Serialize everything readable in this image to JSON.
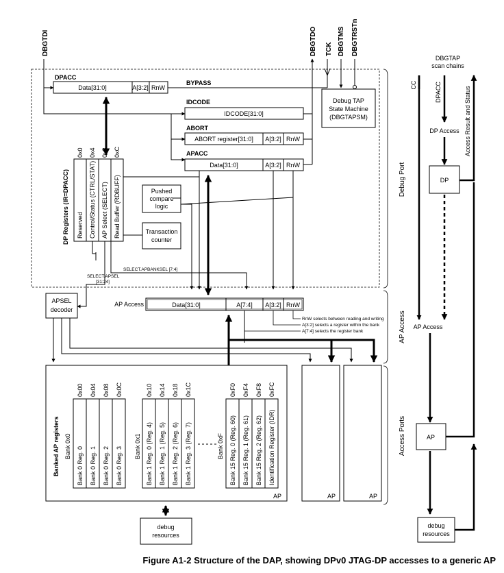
{
  "signals": {
    "dbgtdi": "DBGTDI",
    "dbgtdo": "DBGTDO",
    "tck": "TCK",
    "dbgtms": "DBGTMS",
    "dbgtrstn": "DBGTRSTn"
  },
  "dpacc": {
    "title": "DPACC",
    "data": "Data[31:0]",
    "addr": "A[3:2]",
    "rnw": "RnW"
  },
  "bypass": {
    "title": "BYPASS"
  },
  "idcode": {
    "title": "IDCODE",
    "field": "IDCODE[31:0]"
  },
  "abort": {
    "title": "ABORT",
    "field": "ABORT register[31:0]",
    "addr": "A[3:2]",
    "rnw": "RnW"
  },
  "apacc": {
    "title": "APACC",
    "data": "Data[31:0]",
    "addr": "A[3:2]",
    "rnw": "RnW"
  },
  "tap": {
    "line1": "Debug TAP",
    "line2": "State Machine",
    "line3": "(DBGTAPSM)"
  },
  "dp_registers": {
    "title": "DP Registers (IR=DPACC)",
    "addresses": [
      "0x0",
      "0x4",
      "0x8",
      "0xC"
    ],
    "names": [
      "Reserved",
      "Control/Status (CTRL/STAT)",
      "AP Select (SELECT)",
      "Read Buffer (RDBUFF)"
    ]
  },
  "pushed_compare": {
    "line1": "Pushed",
    "line2": "compare",
    "line3": "logic"
  },
  "transaction_counter": {
    "line1": "Transaction",
    "line2": "counter"
  },
  "select_apbanksel": "SELECT.APBANKSEL [7:4]",
  "select_apsel": {
    "line1": "SELECT.APSEL",
    "line2": "[31:24]"
  },
  "apsel_decoder": {
    "line1": "APSEL",
    "line2": "decoder"
  },
  "ap_access_reg": {
    "label": "AP Access",
    "data": "Data[31:0]",
    "a74": "A[7:4]",
    "a32": "A[3:2]",
    "rnw": "RnW"
  },
  "notes": {
    "rnw": "RnW selects between reading and writing",
    "a32": "A[3:2] selects a register within the bank",
    "a74": "A[7:4] selects the register bank"
  },
  "banked": {
    "title": "Banked AP registers",
    "bank0": {
      "label": "Bank 0x0",
      "addresses": [
        "0x00",
        "0x04",
        "0x08",
        "0x0C"
      ],
      "regs": [
        "Bank 0 Reg. 0",
        "Bank 0 Reg. 1",
        "Bank 0 Reg. 2",
        "Bank 0 Reg. 3"
      ]
    },
    "bank1": {
      "label": "Bank 0x1",
      "addresses": [
        "0x10",
        "0x14",
        "0x18",
        "0x1C"
      ],
      "regs": [
        "Bank 1 Reg. 0 (Reg. 4)",
        "Bank 1 Reg. 1 (Reg. 5)",
        "Bank 1 Reg. 2 (Reg. 6)",
        "Bank 1 Reg. 3 (Reg. 7)"
      ]
    },
    "bankF": {
      "label": "Bank 0xF",
      "addresses": [
        "0xF0",
        "0xF4",
        "0xF8",
        "0xFC"
      ],
      "regs": [
        "Bank 15 Reg. 0 (Reg. 60)",
        "Bank 15 Reg. 1 (Reg. 61)",
        "Bank 15 Reg. 2 (Reg. 62)",
        "Identification Register (IDR)"
      ]
    }
  },
  "ap_label": "AP",
  "debug_resources": {
    "line1": "debug",
    "line2": "resources"
  },
  "side_labels": {
    "debug_port": "Debug Port",
    "ap_access": "AP Access",
    "access_ports": "Access Ports"
  },
  "right": {
    "scan1": "DBGTAP",
    "scan2": "scan chains",
    "apacc": "APACC",
    "dpacc": "DPACC",
    "access_result": "Access Result and Status",
    "dp_access": "DP Access",
    "dp": "DP",
    "ap_access": "AP Access",
    "ap": "AP",
    "debug1": "debug",
    "debug2": "resources"
  },
  "caption": "Figure A1-2 Structure of the DAP, showing DPv0 JTAG-DP accesses to a generic AP"
}
